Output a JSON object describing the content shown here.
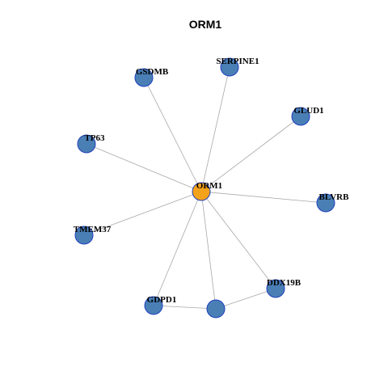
{
  "graph": {
    "title": "ORM1",
    "colors": {
      "hub_fill": "#f5a21b",
      "node_fill": "#4a7fb5",
      "node_stroke": "#1f3fbf",
      "edge": "#a8a8a8"
    },
    "nodes": [
      {
        "id": "ORM1",
        "label": "ORM1",
        "hub": true
      },
      {
        "id": "SERPINE1",
        "label": "SERPINE1"
      },
      {
        "id": "GSDMB",
        "label": "GSDMB"
      },
      {
        "id": "GLUD1",
        "label": "GLUD1"
      },
      {
        "id": "TP63",
        "label": "TP63"
      },
      {
        "id": "BLVRB",
        "label": "BLVRB"
      },
      {
        "id": "TMEM37",
        "label": "TMEM37"
      },
      {
        "id": "DDX19B",
        "label": "DDX19B"
      },
      {
        "id": "GDPD1",
        "label": "GDPD1"
      },
      {
        "id": "UNLABELED",
        "label": ""
      }
    ],
    "edges": [
      [
        "ORM1",
        "SERPINE1"
      ],
      [
        "ORM1",
        "GSDMB"
      ],
      [
        "ORM1",
        "GLUD1"
      ],
      [
        "ORM1",
        "TP63"
      ],
      [
        "ORM1",
        "BLVRB"
      ],
      [
        "ORM1",
        "TMEM37"
      ],
      [
        "ORM1",
        "DDX19B"
      ],
      [
        "ORM1",
        "GDPD1"
      ],
      [
        "ORM1",
        "UNLABELED"
      ],
      [
        "GDPD1",
        "UNLABELED"
      ],
      [
        "UNLABELED",
        "DDX19B"
      ]
    ]
  }
}
